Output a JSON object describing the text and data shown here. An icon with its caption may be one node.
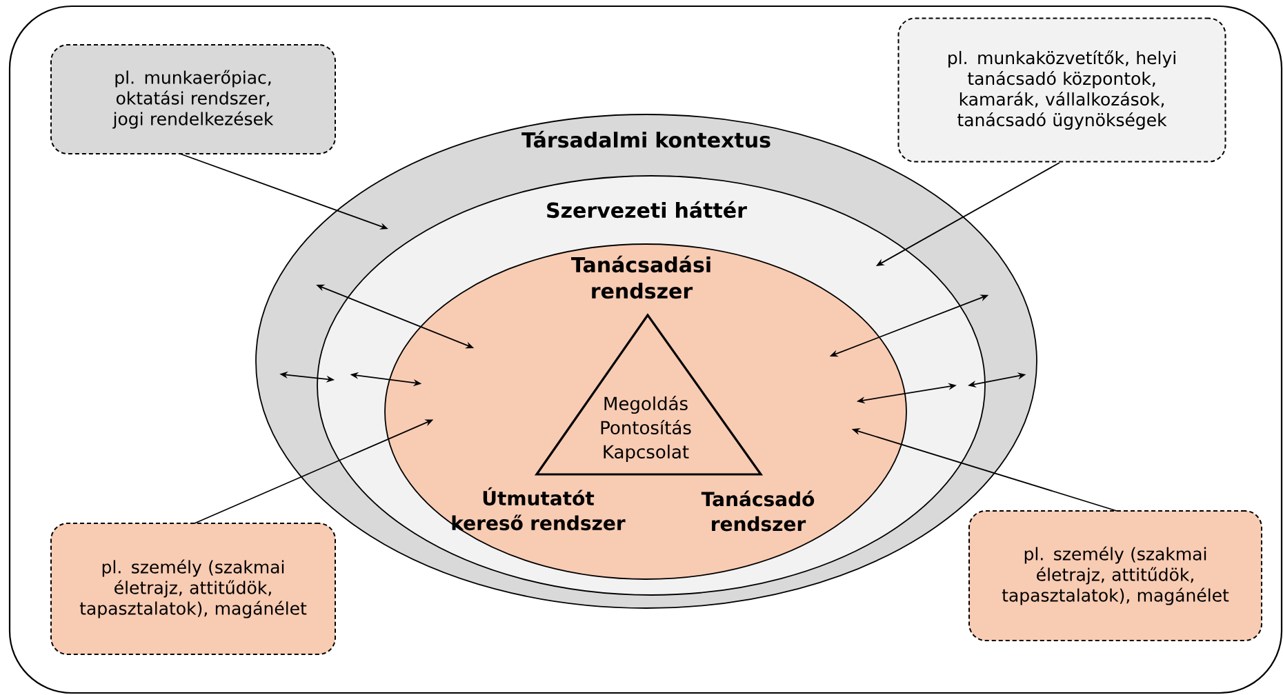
{
  "diagram": {
    "nodes": [
      {
        "text": [
          "pl. munkaerőpiac, oktatási rendszer, jogi rendelkezések"
        ]
      },
      {
        "text": [
          "pl. munkaközvetítők, helyi tanácsadó központok, kamarák, vállalkozások, tanácsadó ügynökségek"
        ]
      },
      {
        "text": [
          "Társadalmi kontextus"
        ]
      },
      {
        "text": [
          "Szervezeti háttér"
        ],
        "in": 2
      },
      {
        "text": [
          "Tanácsadási rendszer"
        ],
        "in": 3
      },
      {
        "text": [
          "Megoldás",
          "Pontosítás",
          "Kapcsolat"
        ],
        "in": 4
      },
      {
        "text": [
          "pl. személy (szakmai életrajz, attitűdök, tapasztalatok), magánélet"
        ]
      },
      {
        "text": [
          "pl. személy (szakmai életrajz, attitűdök, tapasztalatok), magánélet"
        ]
      }
    ],
    "edges": [
      {
        "from": 0,
        "to": 2,
        "arrow": "to"
      },
      {
        "from": 1,
        "to": 3,
        "arrow": "to"
      },
      {
        "from": 6,
        "to": 4,
        "arrow": "to"
      },
      {
        "from": 7,
        "to": 4,
        "arrow": "to"
      },
      {
        "from": 2,
        "to": 4,
        "arrow": "both"
      },
      {
        "from": 2,
        "to": 4,
        "arrow": "both"
      },
      {
        "from": 2,
        "to": 3,
        "arrow": "both"
      },
      {
        "from": 3,
        "to": 4,
        "arrow": "both"
      },
      {
        "from": 4,
        "to": 3,
        "arrow": "both"
      },
      {
        "from": 3,
        "to": 2,
        "arrow": "both"
      }
    ],
    "labels": [
      "Útmutatót kereső rendszer",
      "Tanácsadó rendszer"
    ]
  }
}
